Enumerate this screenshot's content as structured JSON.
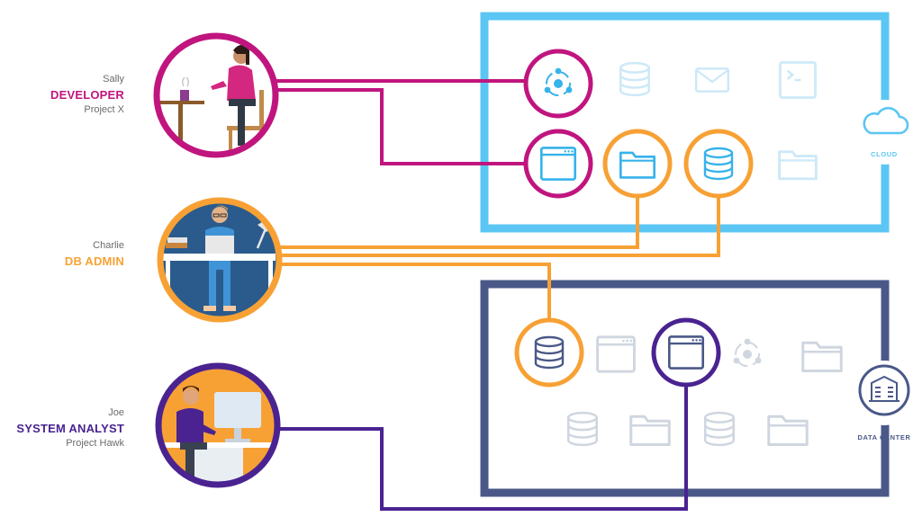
{
  "colors": {
    "developer": "#c0157e",
    "dbadmin": "#f7a135",
    "analyst": "#4a2391",
    "cloud": "#5bc6f3",
    "datacenter": "#4a5888",
    "faded": "#cfd6df"
  },
  "people": [
    {
      "key": "developer",
      "name": "Sally",
      "role": "DEVELOPER",
      "project": "Project X"
    },
    {
      "key": "dbadmin",
      "name": "Charlie",
      "role": "DB ADMIN",
      "project": ""
    },
    {
      "key": "analyst",
      "name": "Joe",
      "role": "SYSTEM ANALYST",
      "project": "Project Hawk"
    }
  ],
  "environments": {
    "cloud": {
      "label": "CLOUD",
      "icon": "cloud-icon"
    },
    "datacenter": {
      "label": "DATA CENTER",
      "icon": "building-icon"
    }
  },
  "icons": {
    "cloud_row1": [
      "hub-icon",
      "database-icon",
      "mail-icon",
      "terminal-icon"
    ],
    "cloud_row2": [
      "browser-window-icon",
      "folder-icon",
      "database-icon",
      "folder-icon"
    ],
    "dc_row1": [
      "database-icon",
      "browser-window-icon",
      "browser-window-icon",
      "hub-icon",
      "folder-icon"
    ],
    "dc_row2": [
      "database-icon",
      "folder-icon",
      "database-icon",
      "folder-icon"
    ]
  }
}
